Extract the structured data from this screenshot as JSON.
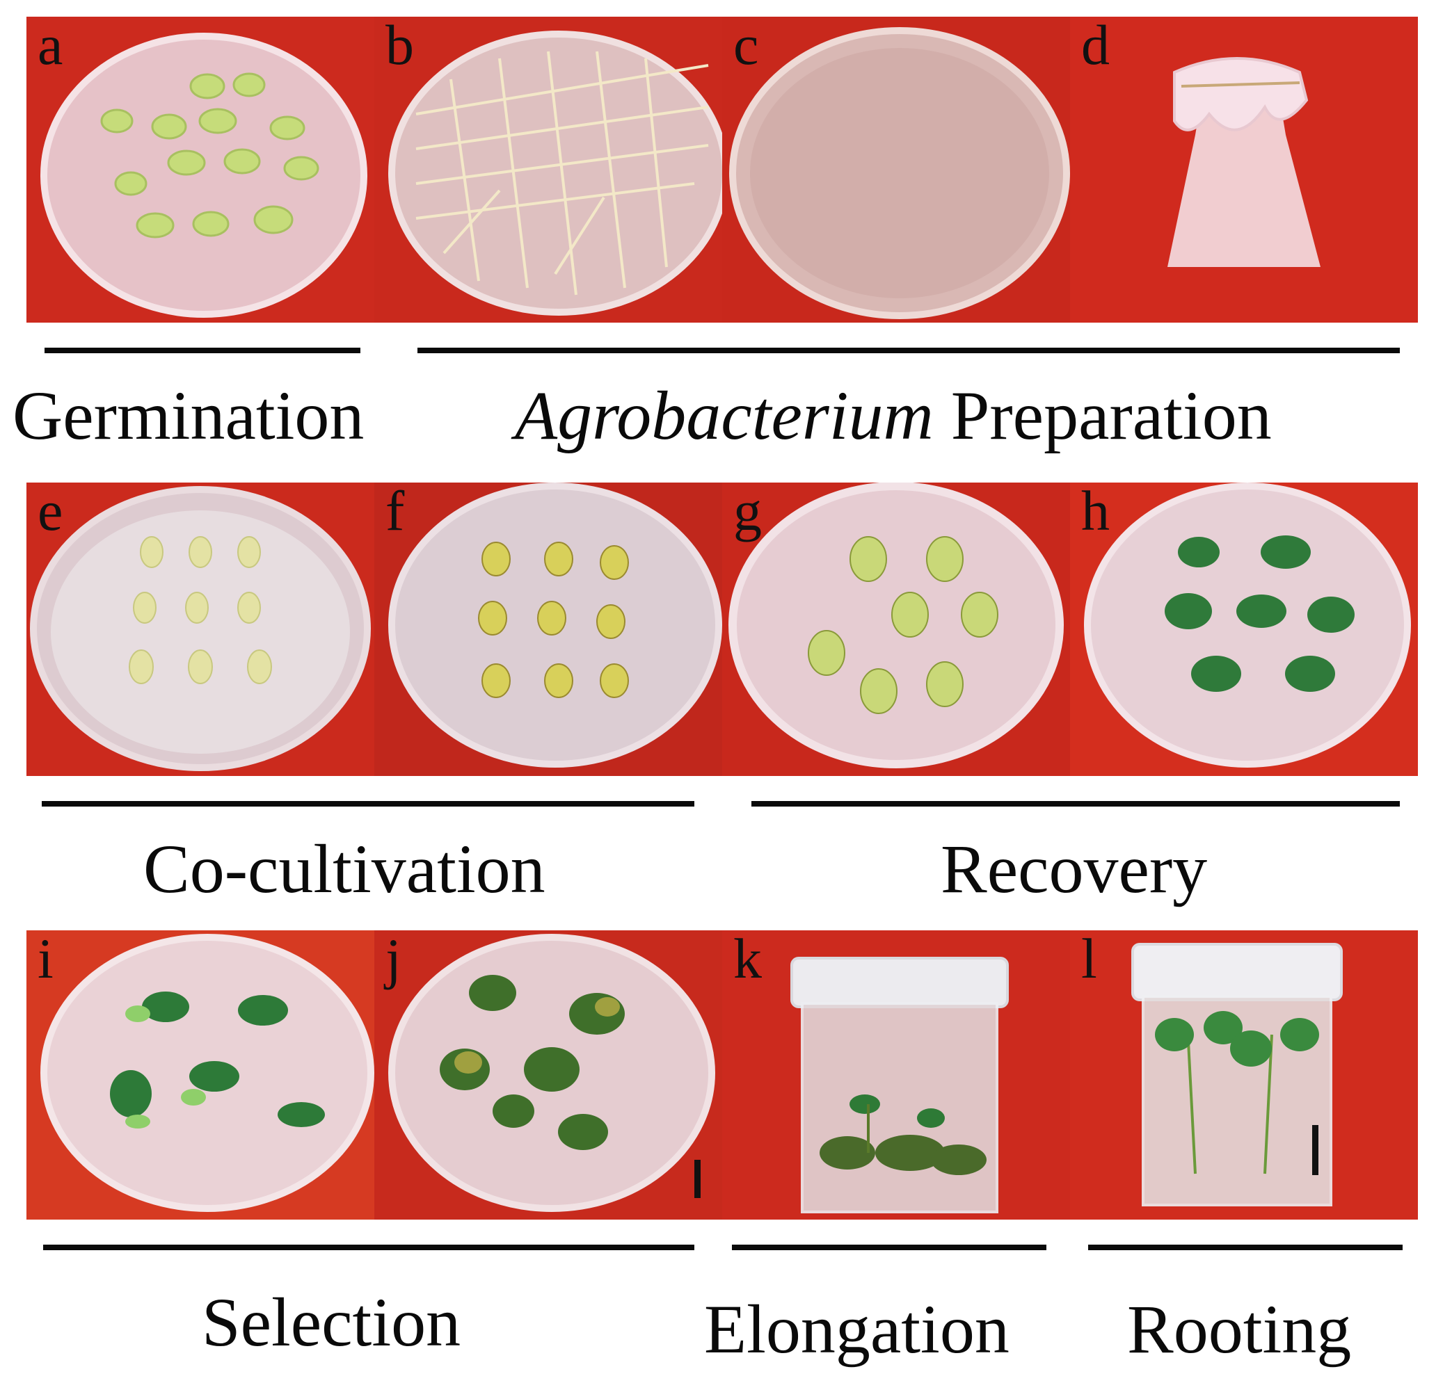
{
  "panels": {
    "a": "a",
    "b": "b",
    "c": "c",
    "d": "d",
    "e": "e",
    "f": "f",
    "g": "g",
    "h": "h",
    "i": "i",
    "j": "j",
    "k": "k",
    "l": "l"
  },
  "stages": {
    "germination": "Germination",
    "agrobacterium_italic": "Agrobacterium",
    "agrobacterium_rest": " Preparation",
    "cocultivation": "Co-cultivation",
    "recovery": "Recovery",
    "selection": "Selection",
    "elongation": "Elongation",
    "rooting": "Rooting"
  },
  "colors": {
    "background_red": "#d42a1c",
    "agar": "#e9c3c8",
    "explant_green": "#b9d56e",
    "leaf_green": "#2f7a3a"
  }
}
